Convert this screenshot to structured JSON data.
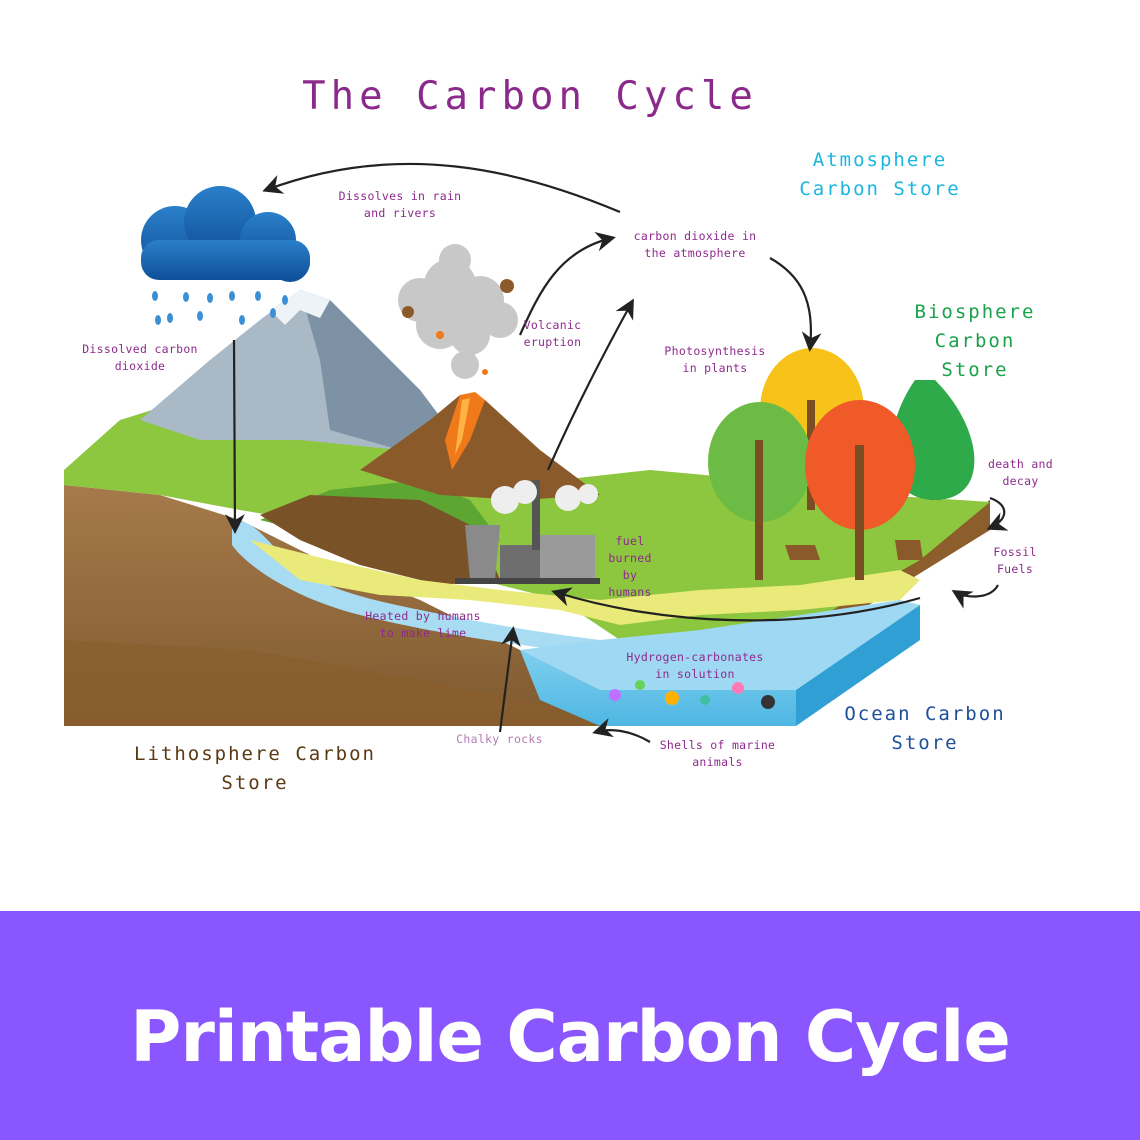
{
  "title": "The Carbon Cycle",
  "banner_text": "Printable Carbon Cycle",
  "stores": {
    "atmosphere": "Atmosphere\nCarbon Store",
    "biosphere": "Biosphere\nCarbon\nStore",
    "ocean": "Ocean Carbon\nStore",
    "lithosphere": "Lithosphere Carbon\nStore"
  },
  "labels": {
    "dissolves_rain": "Dissolves in rain\nand rivers",
    "co2_atmosphere": "carbon dioxide in\nthe atmosphere",
    "volcanic": "Volcanic\neruption",
    "photosynthesis": "Photosynthesis\nin plants",
    "dissolved_co2": "Dissolved carbon\ndioxide",
    "death_decay": "death and\ndecay",
    "fossil_fuels": "Fossil\nFuels",
    "fuel_burned": "fuel\nburned\nby\nhumans",
    "heated": "Heated by humans\nto make lime",
    "hydrogen": "Hydrogen-carbonates\nin solution",
    "chalky": "Chalky rocks",
    "shells": "Shells of marine\nanimals"
  },
  "colors": {
    "title": "#8b2a8b",
    "label": "#8e2a8e",
    "atmosphere": "#1ab6e0",
    "biosphere": "#1aa24a",
    "ocean": "#1d4f9a",
    "lithosphere": "#5a3a14",
    "banner": "#8a56ff",
    "chalky": "#b57bb5"
  }
}
